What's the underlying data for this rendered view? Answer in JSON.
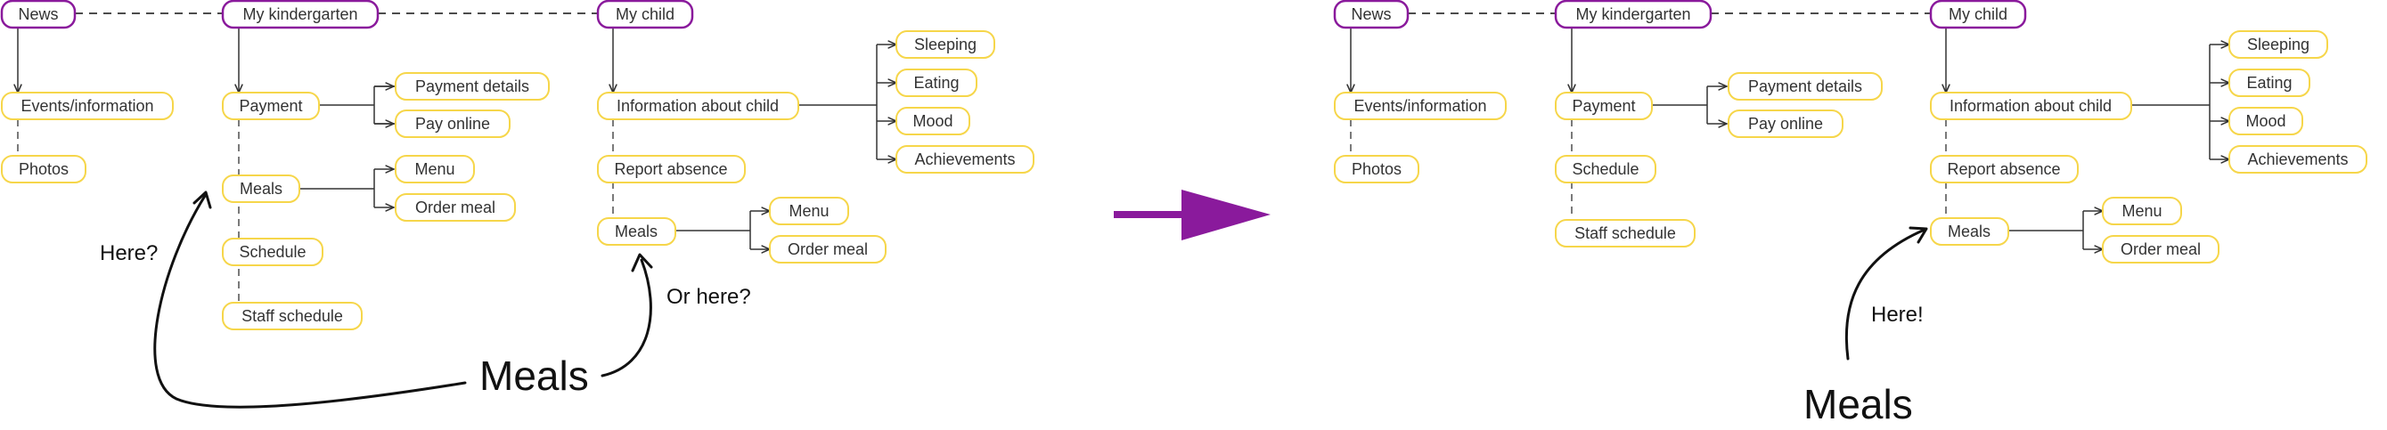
{
  "colors": {
    "primary_border": "#8a1a9c",
    "secondary_border": "#f6d64a",
    "arrow": "#8a1a9c",
    "text": "#333333"
  },
  "before": {
    "top_nav": {
      "news": "News",
      "kindergarten": "My kindergarten",
      "child": "My child"
    },
    "news": {
      "events": "Events/information",
      "photos": "Photos"
    },
    "kindergarten": {
      "payment": "Payment",
      "payment_details": "Payment details",
      "pay_online": "Pay online",
      "meals": "Meals",
      "menu": "Menu",
      "order_meal": "Order meal",
      "schedule": "Schedule",
      "staff_schedule": "Staff schedule"
    },
    "child": {
      "info": "Information about child",
      "sleeping": "Sleeping",
      "eating": "Eating",
      "mood": "Mood",
      "achievements": "Achievements",
      "report_absence": "Report absence",
      "meals": "Meals",
      "menu": "Menu",
      "order_meal": "Order meal"
    },
    "annotations": {
      "here": "Here?",
      "or_here": "Or here?",
      "meals": "Meals"
    }
  },
  "after": {
    "top_nav": {
      "news": "News",
      "kindergarten": "My kindergarten",
      "child": "My child"
    },
    "news": {
      "events": "Events/information",
      "photos": "Photos"
    },
    "kindergarten": {
      "payment": "Payment",
      "payment_details": "Payment details",
      "pay_online": "Pay online",
      "schedule": "Schedule",
      "staff_schedule": "Staff schedule"
    },
    "child": {
      "info": "Information about child",
      "sleeping": "Sleeping",
      "eating": "Eating",
      "mood": "Mood",
      "achievements": "Achievements",
      "report_absence": "Report absence",
      "meals": "Meals",
      "menu": "Menu",
      "order_meal": "Order meal"
    },
    "annotations": {
      "here": "Here!",
      "meals": "Meals"
    }
  }
}
